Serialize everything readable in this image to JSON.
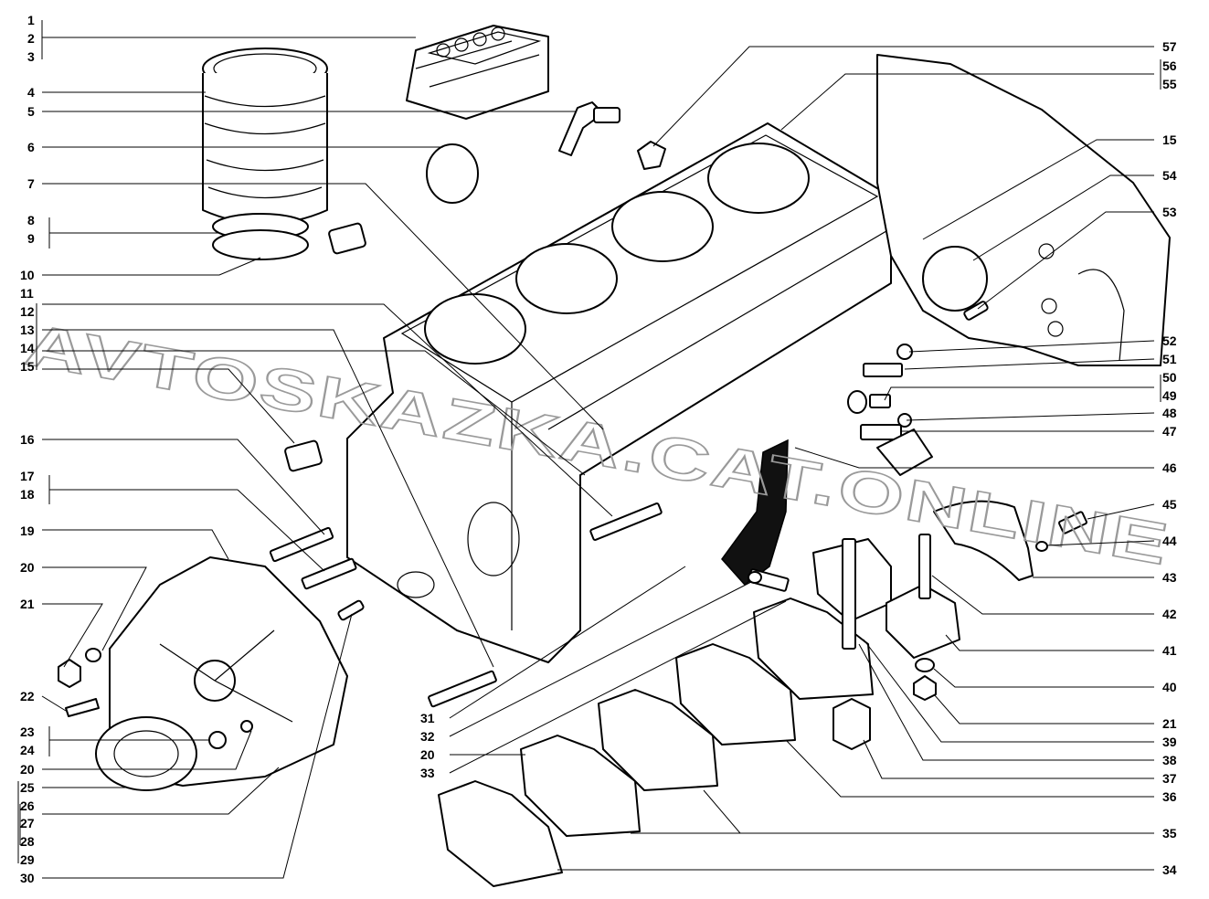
{
  "watermark": "AVTOSKAZKA.CAT.ONLINE",
  "left_labels": [
    "1",
    "2",
    "3",
    "4",
    "5",
    "6",
    "7",
    "8",
    "9",
    "10",
    "11",
    "12",
    "13",
    "14",
    "15",
    "16",
    "17",
    "18",
    "19",
    "20",
    "21",
    "22",
    "23",
    "24",
    "20",
    "25",
    "26",
    "27",
    "28",
    "29",
    "30"
  ],
  "right_labels": [
    "57",
    "56",
    "55",
    "15",
    "54",
    "53",
    "52",
    "51",
    "50",
    "49",
    "48",
    "47",
    "46",
    "45",
    "44",
    "43",
    "42",
    "41",
    "40",
    "21",
    "39",
    "38",
    "37",
    "36",
    "35",
    "34"
  ],
  "bottom_labels": [
    "31",
    "32",
    "20",
    "33"
  ]
}
